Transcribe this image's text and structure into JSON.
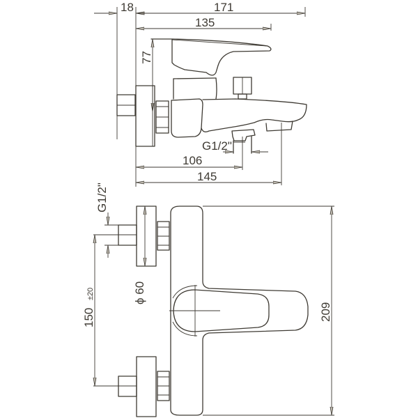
{
  "drawing": {
    "subject": "wall-mounted bath mixer tap",
    "line_color": "#3e3a33",
    "side_view": {
      "dimensions": {
        "wall_plate_depth": "18",
        "overall_depth": "171",
        "lever_reach": "135",
        "lever_height": "77",
        "diverter_outlet_position": "106",
        "spout_reach": "145",
        "outlet_thread": "G1/2\""
      }
    },
    "front_view": {
      "dimensions": {
        "inlet_thread": "G1/2\"",
        "escutcheon_diameter": "ϕ 60",
        "inlet_centres": "150",
        "inlet_centres_tolerance": "±20",
        "overall_height": "209"
      }
    }
  }
}
